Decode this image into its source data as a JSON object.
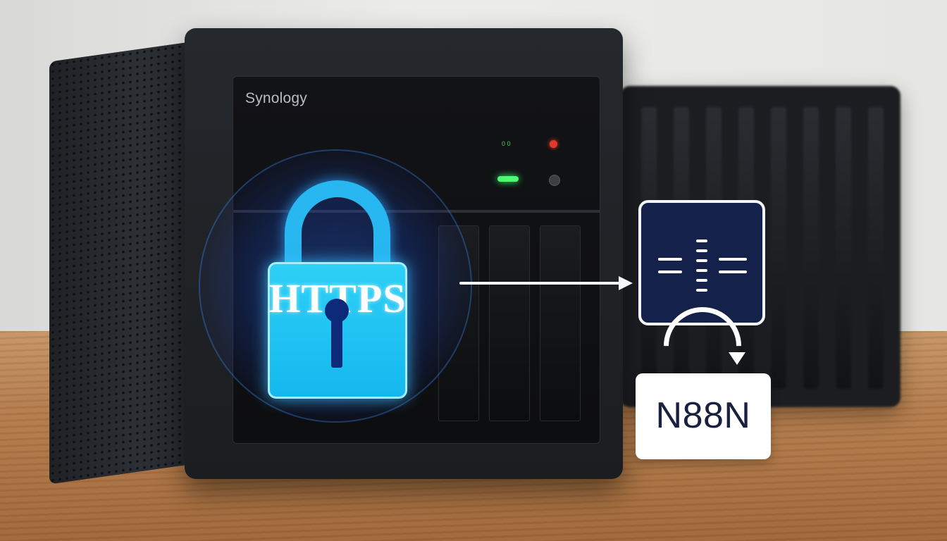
{
  "device": {
    "brand_label": "Synology",
    "status_text": "0 0"
  },
  "lock": {
    "label": "HTTPS",
    "accent_color": "#28b7f0"
  },
  "target": {
    "label": "N88N",
    "card_color": "#14214a"
  },
  "icons": [
    "lock-icon",
    "arrow-right-icon",
    "server-icon",
    "loop-arrow-icon"
  ]
}
